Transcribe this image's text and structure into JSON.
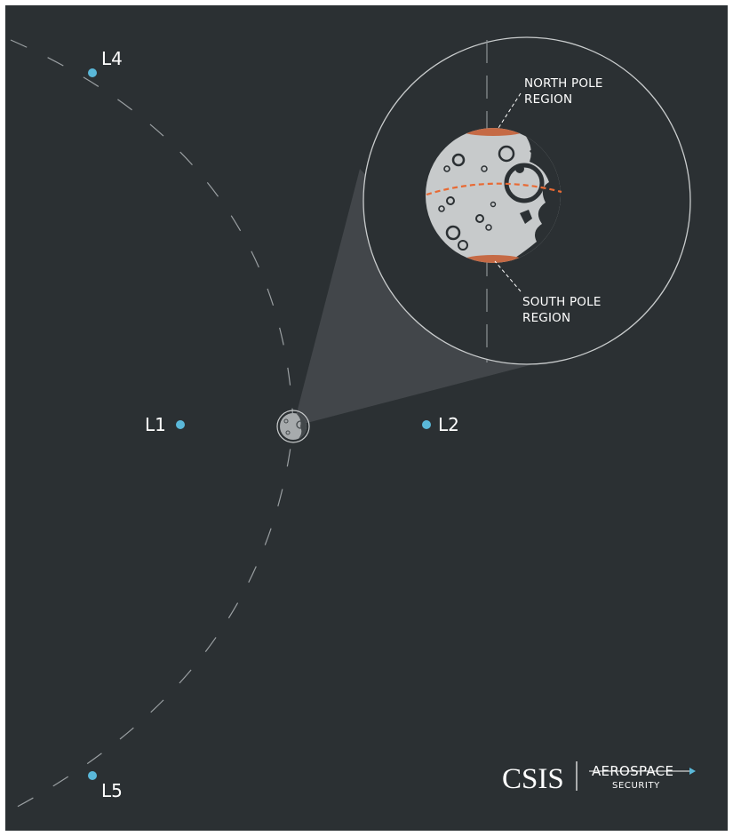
{
  "colors": {
    "background": "#2b3033",
    "lagrange_point": "#5ab8d9",
    "polar_region": "#c56a45",
    "equator_line": "#e86a34",
    "moon_surface": "#c7cacb",
    "moon_crater": "#2b3033",
    "orbit_line": "#9a9fa2"
  },
  "points": {
    "l1": "L1",
    "l2": "L2",
    "l4": "L4",
    "l5": "L5"
  },
  "inset": {
    "north_line1": "NORTH POLE",
    "north_line2": "REGION",
    "south_line1": "SOUTH POLE",
    "south_line2": "REGION"
  },
  "logo": {
    "csis": "CSIS",
    "aerospace": "AEROSPACE",
    "security": "SECURITY"
  }
}
